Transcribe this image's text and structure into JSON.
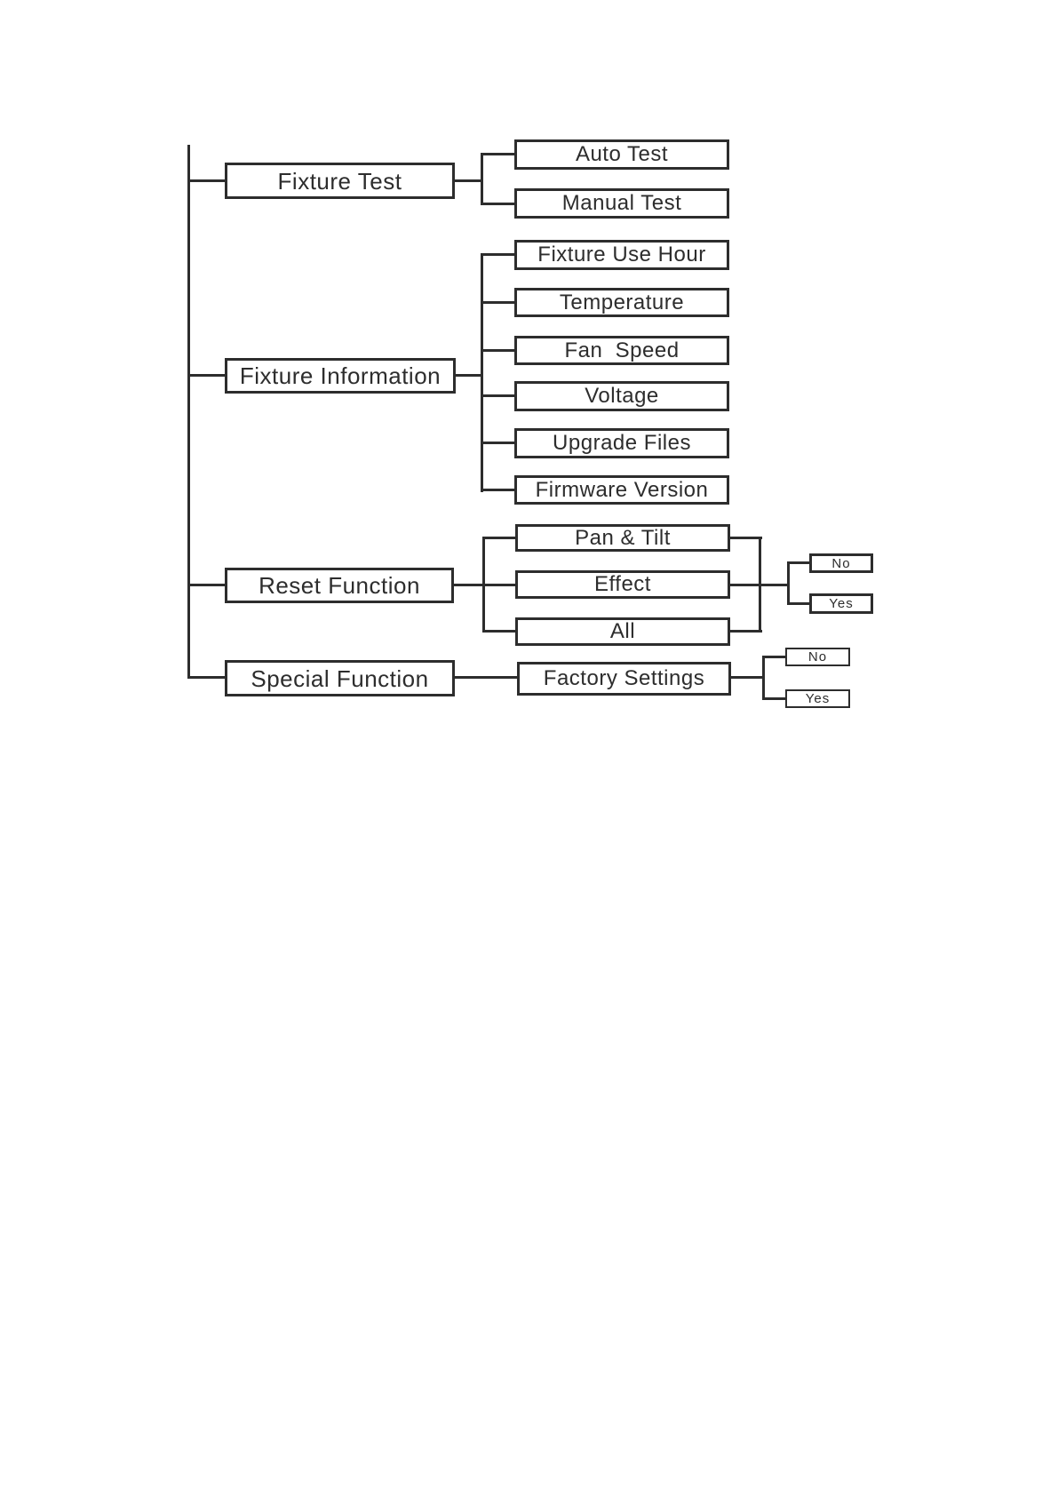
{
  "page": {
    "background": "#ffffff"
  },
  "colors": {
    "line": "#2d2d2d",
    "text": "#2d2d2d",
    "box_background": "#ffffff"
  },
  "diagram_type": "menu-tree",
  "menu": {
    "branches": [
      {
        "label": "Fixture Test",
        "children": [
          {
            "label": "Auto Test"
          },
          {
            "label": "Manual Test"
          }
        ]
      },
      {
        "label": "Fixture Information",
        "children": [
          {
            "label": "Fixture Use Hour"
          },
          {
            "label": "Temperature"
          },
          {
            "label": "Fan  Speed"
          },
          {
            "label": "Voltage"
          },
          {
            "label": "Upgrade Files"
          },
          {
            "label": "Firmware Version"
          }
        ]
      },
      {
        "label": "Reset Function",
        "children": [
          {
            "label": "Pan & Tilt"
          },
          {
            "label": "Effect"
          },
          {
            "label": "All"
          }
        ],
        "confirm": {
          "no": "No",
          "yes": "Yes"
        }
      },
      {
        "label": "Special Function",
        "children": [
          {
            "label": "Factory Settings"
          }
        ],
        "confirm": {
          "no": "No",
          "yes": "Yes"
        }
      }
    ]
  }
}
